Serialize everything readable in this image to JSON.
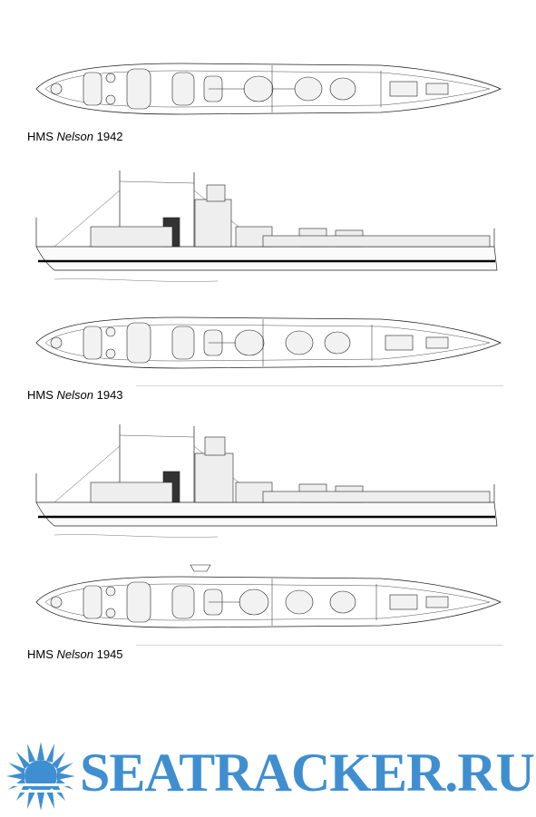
{
  "captions": [
    {
      "prefix": "HMS",
      "ship": "Nelson",
      "year": "1942"
    },
    {
      "prefix": "HMS",
      "ship": "Nelson",
      "year": "1943"
    },
    {
      "prefix": "HMS",
      "ship": "Nelson",
      "year": "1945"
    }
  ],
  "logo": {
    "text": "SEATRACKER.RU",
    "color": "#3f8fd0"
  },
  "colors": {
    "line": "#222222",
    "hull_stripe": "#000000",
    "background": "#ffffff"
  }
}
